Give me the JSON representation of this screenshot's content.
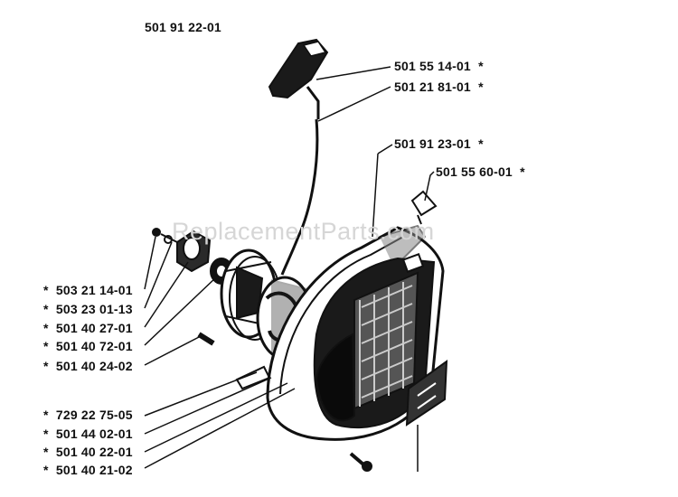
{
  "diagram": {
    "assembly_number": "501 91 22-01",
    "watermark": "ReplacementParts.com",
    "parts_right": [
      {
        "number": "501 55 14-01",
        "mark": "*"
      },
      {
        "number": "501 21 81-01",
        "mark": "*"
      },
      {
        "number": "501 91 23-01",
        "mark": "*"
      },
      {
        "number": "501 55 60-01",
        "mark": "*"
      }
    ],
    "parts_left": [
      {
        "mark": "*",
        "number": "503 21 14-01"
      },
      {
        "mark": "*",
        "number": "503 23 01-13"
      },
      {
        "mark": "*",
        "number": "501 40 27-01"
      },
      {
        "mark": "*",
        "number": "501 40 72-01"
      },
      {
        "mark": "*",
        "number": "501 40 24-02"
      },
      {
        "mark": "*",
        "number": "729 22 75-05"
      },
      {
        "mark": "*",
        "number": "501 44 02-01"
      },
      {
        "mark": "*",
        "number": "501 40 22-01"
      },
      {
        "mark": "*",
        "number": "501 40 21-02"
      }
    ],
    "colors": {
      "ink": "#111111",
      "paper": "#ffffff",
      "watermark": "#d6d6d6"
    }
  }
}
